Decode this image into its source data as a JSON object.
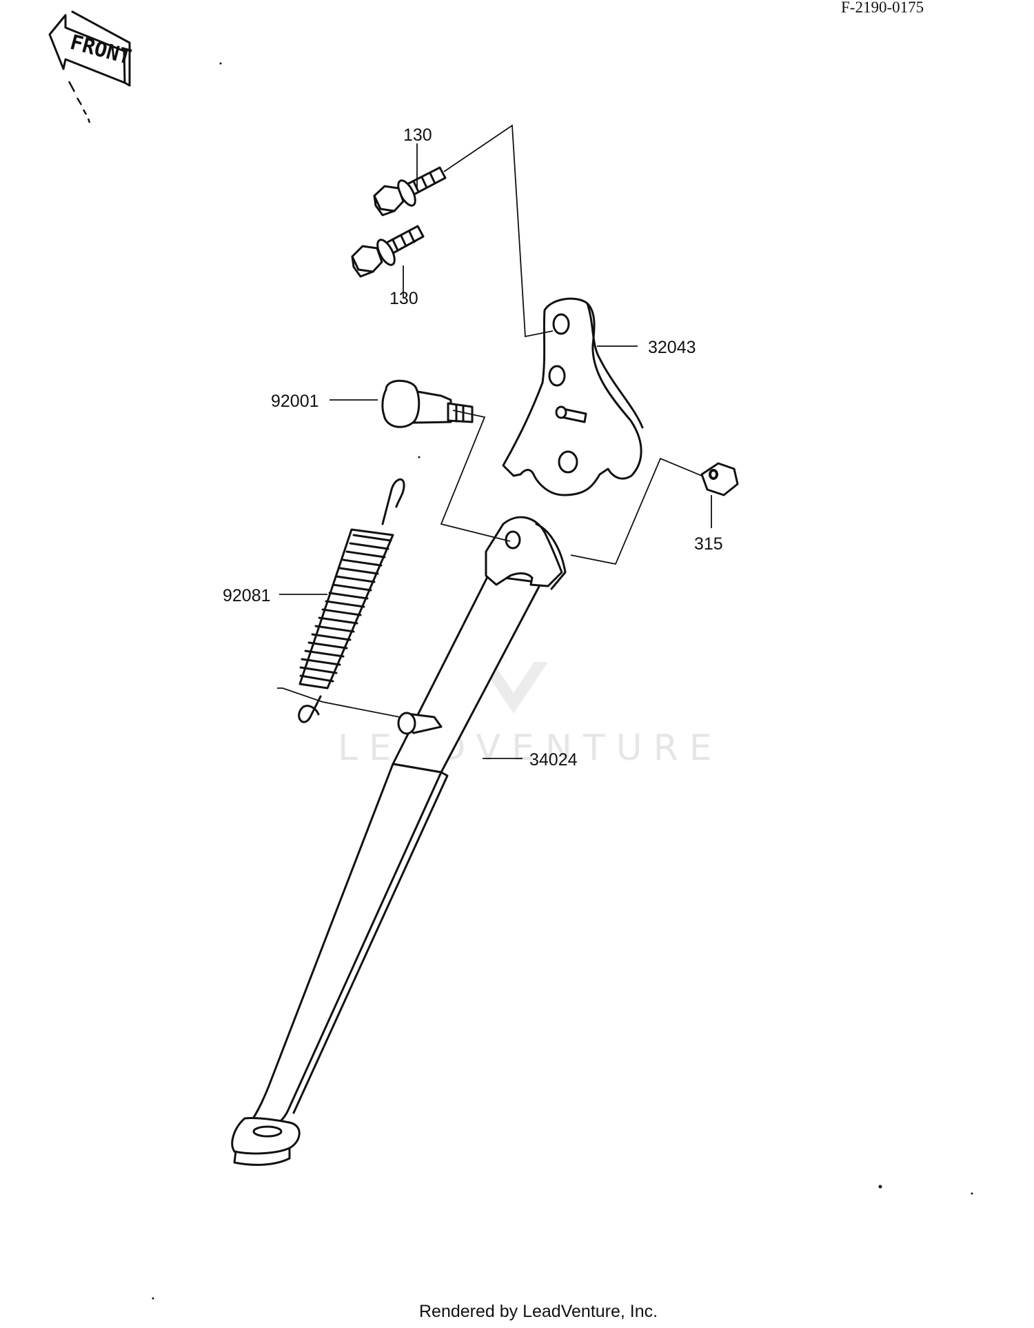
{
  "diagram": {
    "doc_ref": "F-2190-0175",
    "front_label": "FRONT",
    "watermark": "LEADVENTURE",
    "credit": "Rendered by LeadVenture, Inc.",
    "parts": [
      {
        "number": "130"
      },
      {
        "number": "130"
      },
      {
        "number": "32043"
      },
      {
        "number": "92001"
      },
      {
        "number": "315"
      },
      {
        "number": "92081"
      },
      {
        "number": "34024"
      }
    ]
  }
}
